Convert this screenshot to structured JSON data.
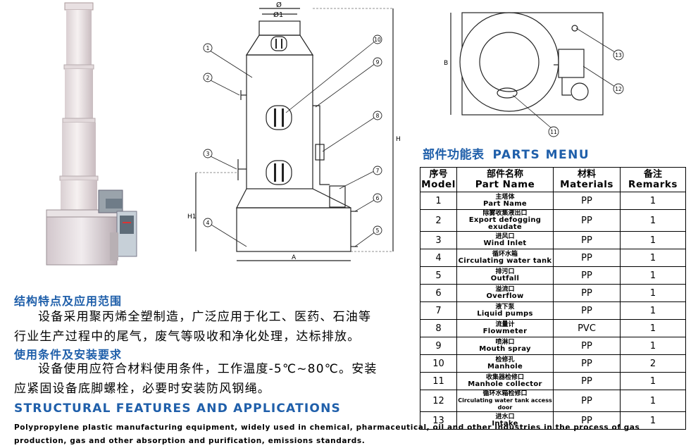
{
  "diagram": {
    "phi": "Ø",
    "phi1": "Ø1",
    "A": "A",
    "B": "B",
    "H": "H",
    "H1": "H1",
    "callouts": [
      "1",
      "2",
      "3",
      "4",
      "5",
      "6",
      "7",
      "8",
      "9",
      "10",
      "11",
      "12",
      "13"
    ]
  },
  "parts_menu": {
    "title_zh": "部件功能表",
    "title_en": "PARTS MENU",
    "headers": {
      "model_zh": "序号",
      "model_en": "Model",
      "name_zh": "部件名称",
      "name_en": "Part Name",
      "materials_zh": "材料",
      "materials_en": "Materials",
      "remarks_zh": "备注",
      "remarks_en": "Remarks"
    },
    "rows": [
      {
        "no": "1",
        "zh": "主塔体",
        "en": "Part Name",
        "mat": "PP",
        "rem": "1"
      },
      {
        "no": "2",
        "zh": "除雾收集液出口",
        "en": "Export defogging exudate",
        "mat": "PP",
        "rem": "1"
      },
      {
        "no": "3",
        "zh": "进风口",
        "en": "Wind Inlet",
        "mat": "PP",
        "rem": "1"
      },
      {
        "no": "4",
        "zh": "循环水箱",
        "en": "Circulating water tank",
        "mat": "PP",
        "rem": "1"
      },
      {
        "no": "5",
        "zh": "排污口",
        "en": "Outfall",
        "mat": "PP",
        "rem": "1"
      },
      {
        "no": "6",
        "zh": "溢流口",
        "en": "Overflow",
        "mat": "PP",
        "rem": "1"
      },
      {
        "no": "7",
        "zh": "液下泵",
        "en": "Liquid pumps",
        "mat": "PP",
        "rem": "1"
      },
      {
        "no": "8",
        "zh": "流量计",
        "en": "Flowmeter",
        "mat": "PVC",
        "rem": "1"
      },
      {
        "no": "9",
        "zh": "喷淋口",
        "en": "Mouth spray",
        "mat": "PP",
        "rem": "1"
      },
      {
        "no": "10",
        "zh": "检修孔",
        "en": "Manhole",
        "mat": "PP",
        "rem": "2"
      },
      {
        "no": "11",
        "zh": "收集器检修口",
        "en": "Manhole collector",
        "mat": "PP",
        "rem": "1"
      },
      {
        "no": "12",
        "zh": "循环水箱检修口",
        "en": "Circulating water tank access door",
        "mat": "PP",
        "rem": "1"
      },
      {
        "no": "13",
        "zh": "进水口",
        "en": "Intake",
        "mat": "PP",
        "rem": "1"
      }
    ]
  },
  "text": {
    "h1_zh": "结构特点及应用范围",
    "p1_l1": "设备采用聚丙烯全塑制造，广泛应用于化工、医药、石油等",
    "p1_l2": "行业生产过程中的尾气，废气等吸收和净化处理，达标排放。",
    "h2_zh": "使用条件及安装要求",
    "p2_l1": "设备使用应符合材料使用条件，工作温度-5℃~80℃。安装",
    "p2_l2": "应紧固设备底脚螺栓，必要时安装防风钢绳。",
    "h_en": "STRUCTURAL FEATURES AND APPLICATIONS",
    "p_en": "Polypropylene plastic manufacturing equipment, widely used in chemical, pharmaceutical, oil and other industries in the process of gas production, gas and other absorption and purification, emissions standards."
  }
}
